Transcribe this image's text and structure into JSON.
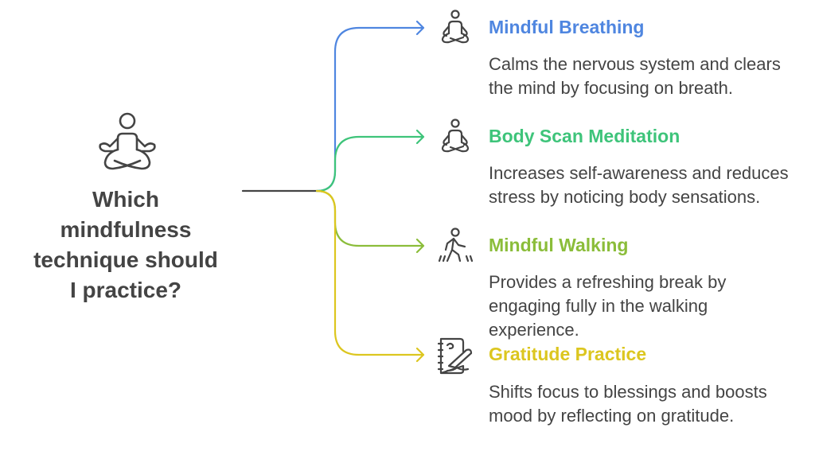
{
  "question": [
    "Which",
    "mindfulness",
    "technique should",
    "I practice?"
  ],
  "colors": {
    "trunk": "#444444",
    "text": "#444444"
  },
  "options": [
    {
      "title": "Mindful Breathing",
      "color": "#4f86e0",
      "icon": "meditation-icon",
      "description": "Calms the nervous system and clears the mind by focusing on breath."
    },
    {
      "title": "Body Scan Meditation",
      "color": "#3ec47a",
      "icon": "meditation-icon",
      "description": "Increases self-awareness and reduces stress by noticing body sensations."
    },
    {
      "title": "Mindful Walking",
      "color": "#8bbd3a",
      "icon": "walking-icon",
      "description": "Provides a refreshing break by engaging fully in the walking experience."
    },
    {
      "title": "Gratitude Practice",
      "color": "#dcc61f",
      "icon": "journal-pen-icon",
      "description": "Shifts focus to blessings and boosts mood by reflecting on gratitude."
    }
  ]
}
